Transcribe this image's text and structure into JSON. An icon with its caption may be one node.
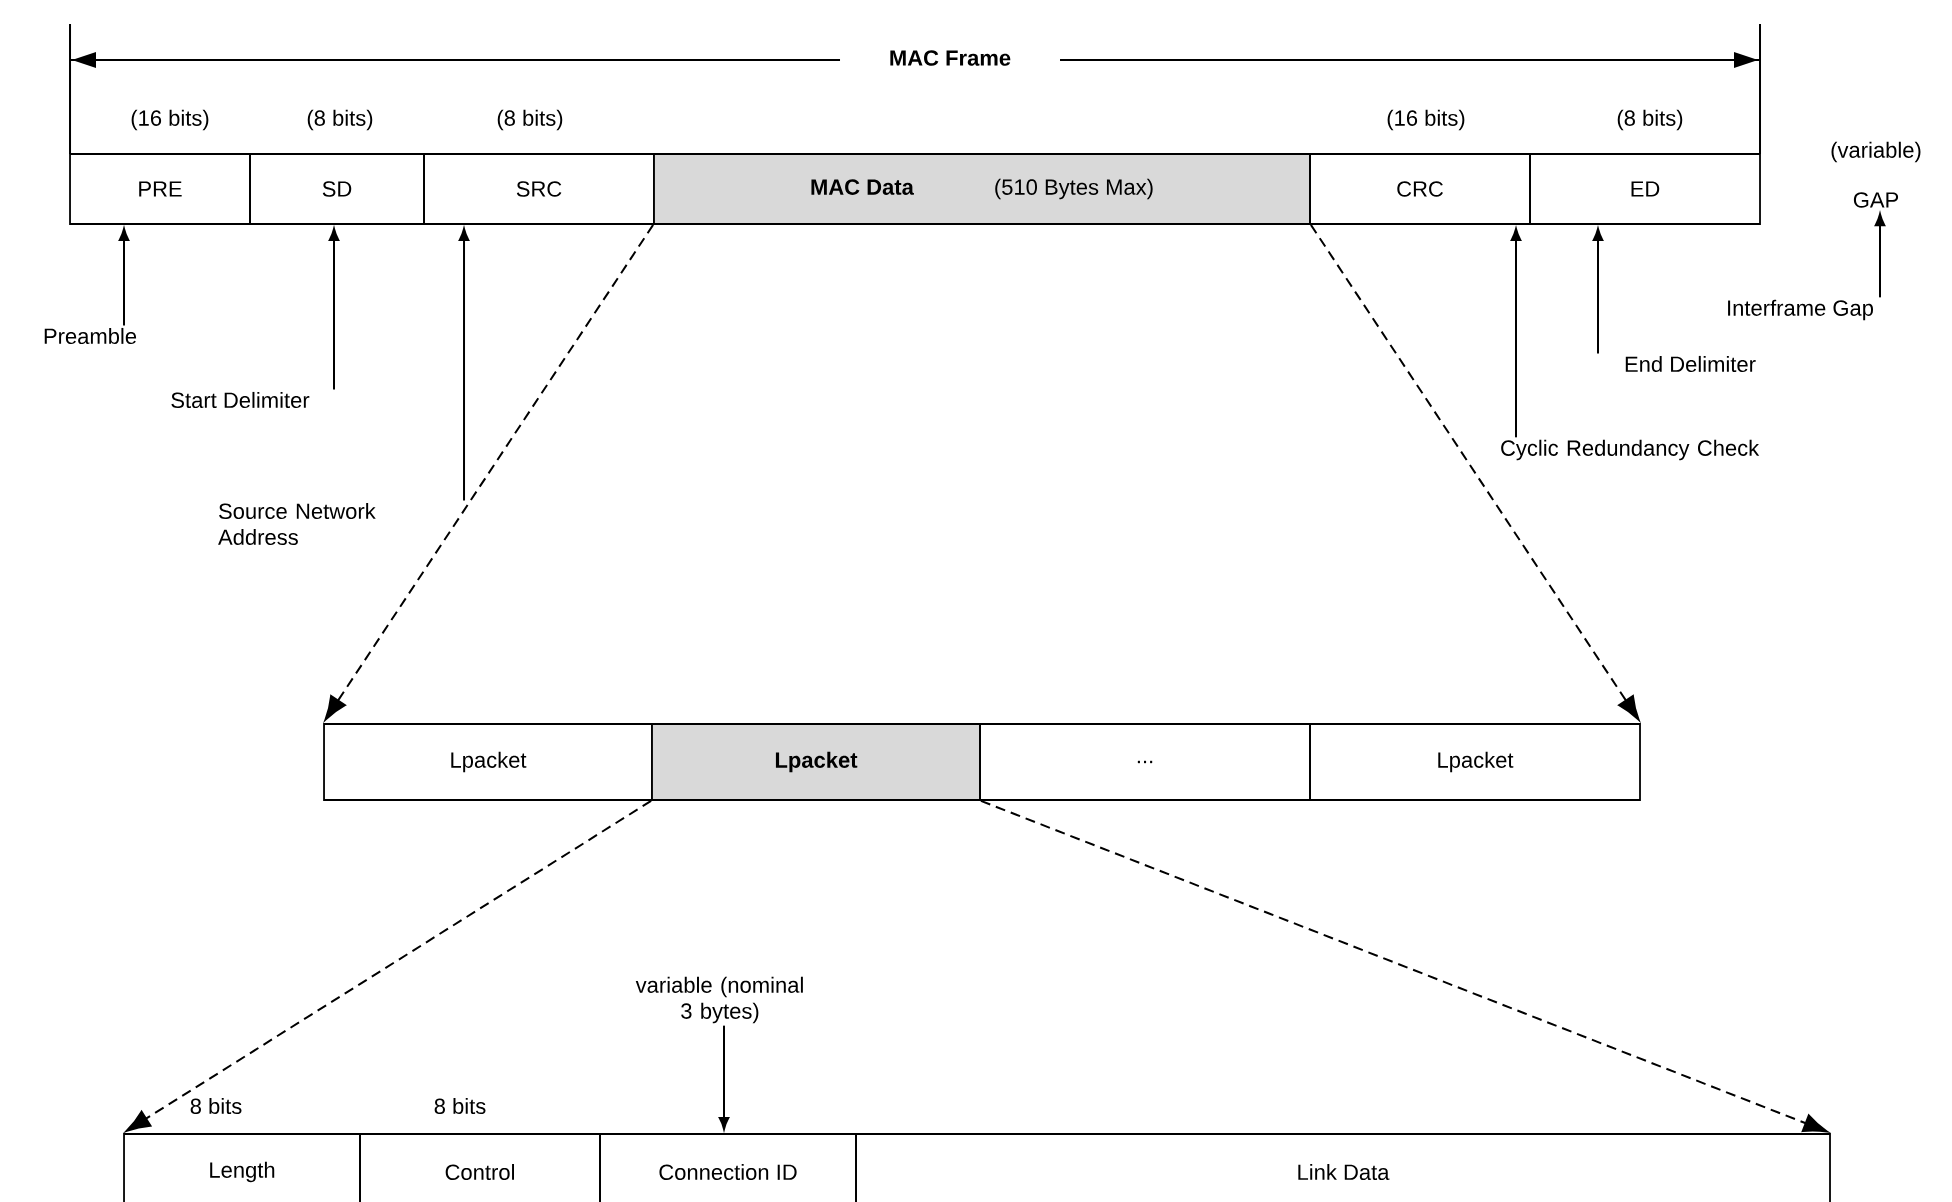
{
  "diagram": {
    "nodes": [
      {
        "text": [
          "PRE"
        ],
        "beside": [
          "(16 bits)"
        ]
      },
      {
        "text": [
          "SD"
        ],
        "beside": [
          "(8 bits)"
        ]
      },
      {
        "text": [
          "SRC"
        ],
        "beside": [
          "(8 bits)"
        ]
      },
      {
        "text": [
          "MAC Data",
          "(510 Bytes Max)"
        ]
      },
      {
        "text": [
          "CRC"
        ],
        "beside": [
          "(16 bits)"
        ]
      },
      {
        "text": [
          "ED"
        ],
        "beside": [
          "(8 bits)"
        ]
      },
      {
        "text": [
          "GAP"
        ],
        "beside": [
          "(variable)"
        ]
      },
      {
        "text": [
          "Preamble"
        ]
      },
      {
        "text": [
          "Start Delimiter"
        ]
      },
      {
        "text": [
          "Source Network Address"
        ]
      },
      {
        "text": [
          "Cyclic Redundancy Check"
        ]
      },
      {
        "text": [
          "End Delimiter"
        ]
      },
      {
        "text": [
          "Interframe Gap"
        ]
      },
      {
        "text": [
          "Lpacket"
        ]
      },
      {
        "text": [
          "Lpacket"
        ]
      },
      {
        "text": [
          "..."
        ]
      },
      {
        "text": [
          "Lpacket"
        ]
      },
      {
        "text": [
          "Length"
        ],
        "beside": [
          "8 bits"
        ]
      },
      {
        "text": [
          "Control"
        ],
        "beside": [
          "8 bits"
        ]
      },
      {
        "text": [
          "Connection ID"
        ]
      },
      {
        "text": [
          "variable (nominal 3 bytes)"
        ]
      },
      {
        "text": [
          "Link Data"
        ]
      }
    ],
    "edges": [
      {
        "from": 7,
        "to": 0,
        "arrow": "to"
      },
      {
        "from": 8,
        "to": 1,
        "arrow": "to"
      },
      {
        "from": 9,
        "to": 2,
        "arrow": "to"
      },
      {
        "from": 10,
        "to": 4,
        "arrow": "to"
      },
      {
        "from": 11,
        "to": 5,
        "arrow": "to"
      },
      {
        "from": 12,
        "to": 6,
        "arrow": "to"
      },
      {
        "from": 3,
        "to": 13,
        "arrow": "to",
        "style": "dashed"
      },
      {
        "from": 3,
        "to": 16,
        "arrow": "to",
        "style": "dashed"
      },
      {
        "from": 14,
        "to": 17,
        "arrow": "to",
        "style": "dashed"
      },
      {
        "from": 14,
        "to": 21,
        "arrow": "to",
        "style": "dashed"
      },
      {
        "from": 20,
        "to": 19,
        "arrow": "to"
      }
    ],
    "labels": [
      "MAC Frame"
    ]
  }
}
